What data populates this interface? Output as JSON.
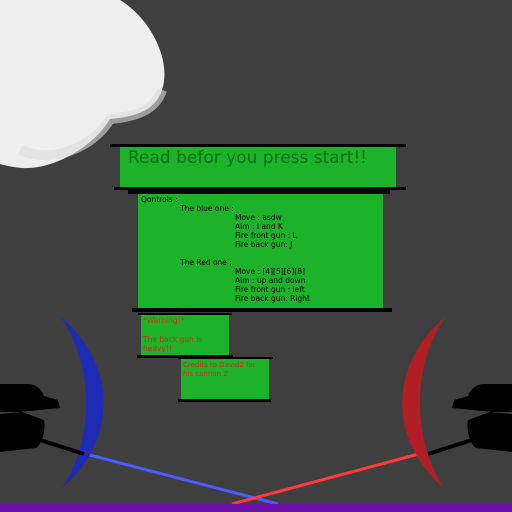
{
  "info_panel": {
    "title": "Read befor you press start!!",
    "controls_heading": "Qontrols :",
    "blue": {
      "heading": "The blue one :",
      "move": "Move : asdw",
      "aim": "Aim : I and K",
      "front": "Fire front gun : L",
      "back": "Fire back gun: J"
    },
    "red": {
      "heading": "The Red one :",
      "move": "Move : [4][5][6][8]",
      "aim": "Aim : up and down",
      "front": "Fire front gun : left",
      "back": "Fire back gun: Right"
    },
    "warning_line1": "*Warning!*",
    "warning_line2": "The back gun is heavy!!",
    "credits": "Credits to David2 for his cannon Z"
  },
  "colors": {
    "background": "#3f3f3f",
    "panel": "#1cb32a",
    "title_text": "#0a6f15",
    "warning_text": "#d62a1c",
    "blue_player": "#1e2bb4",
    "red_player": "#b01e24",
    "blue_laser": "#4a5cff",
    "red_laser": "#ff3a3a",
    "floor": "#6a10a8"
  }
}
